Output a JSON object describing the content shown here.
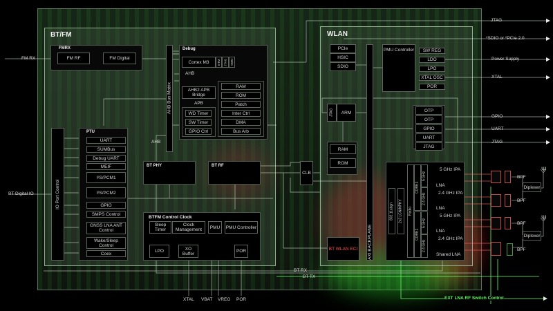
{
  "btfm": {
    "title": "BT/FM",
    "fmrx": {
      "title": "FMRX",
      "fm_rf": "FM RF",
      "fm_digital": "FM Digital"
    },
    "fm_rx_input": "FM RX",
    "ahb_bus_matrix": "AHB Bus Matrix",
    "ahb_label": "AHB",
    "debug": {
      "title": "Debug",
      "cortex": "Cortex M3",
      "etm": "ETM",
      "jtag": "JTAG",
      "swd": "SWD",
      "ahb": "AHB",
      "bridge": "AHB2 APB Bridge",
      "apb": "APB",
      "timers": [
        "WD Timer",
        "SW Timer",
        "GPIO Ctrl"
      ],
      "memory": [
        "RAM",
        "ROM",
        "Patch",
        "Inter Ctrl",
        "DMA",
        "Bus Arb"
      ]
    },
    "io_port_control": "IO Port Control",
    "bt_digital_io": "BT Digital IO",
    "ptu": {
      "title": "PTU",
      "items": [
        "UART",
        "SUMBus",
        "Debug UART",
        "MEIF",
        "I²S/PCM1",
        "I²S/PCM2",
        "GPIO",
        "SMPS Control",
        "GNSS LNA ANT Control",
        "Wake/Sleep Control",
        "Coex"
      ]
    },
    "bt_phy": "BT PHY",
    "bt_rf": "BT RF",
    "control_clock": {
      "title": "BTFM Control Clock",
      "sleep_timer": "Sleep Timer",
      "clock_management": "Clock Management",
      "pmu": "PMU",
      "pmu_controller": "PMU Controller",
      "lpo": "LPO",
      "xo_buffer": "XO Buffer",
      "por": "POR"
    },
    "bottom_pins": [
      "XTAL",
      "VBAT",
      "VREG",
      "POR"
    ]
  },
  "clb": "CLB",
  "bt_rx": "BT RX",
  "bt_tx": "BT TX",
  "wlan": {
    "title": "WLAN",
    "host_if": [
      "PCIe",
      "HSIC",
      "SDIO"
    ],
    "axi": "AXI BACKPLANE",
    "pmu_controller": "PMU Controller",
    "pmu_items": [
      "SW REG",
      "LDO",
      "LPO",
      "XTAL OSC",
      "POR"
    ],
    "arm": "ARM",
    "arm_jtag": "JTAG",
    "ram": "RAM",
    "rom": "ROM",
    "io": [
      "OTP",
      "OTP",
      "GPIO",
      "UART",
      "JTAG"
    ],
    "bt_wlan_eci": "BT WLAN ECI",
    "radio": {
      "mac": "802.11abgn",
      "phy": "2x2 LCN/NPHY",
      "radio": "Radio",
      "core_top": "CORE1",
      "core_bottom": "CORE1",
      "bands": [
        "5 GHz",
        "2.4 GHz",
        "5 GHz",
        "2.4 GHz"
      ],
      "amps": [
        "5 GHz IPA",
        "LNA",
        "2.4 GHz IPA",
        "LNA",
        "5 GHz IPA",
        "LNA",
        "2.4 GHz IPA",
        "Shared LNA"
      ]
    }
  },
  "frontend": {
    "bpf": [
      "BPF",
      "BPF",
      "BPF",
      "BPF"
    ],
    "diplexer": [
      "Diplexer",
      "Diplexer"
    ]
  },
  "right_pins": [
    "JTAG",
    "*SDIO or *PCIe 2.0",
    "Power Supply",
    "XTAL",
    "GPIO",
    "UART",
    "JTAG"
  ],
  "ext_lna": "EXT LNA RF Switch Control"
}
